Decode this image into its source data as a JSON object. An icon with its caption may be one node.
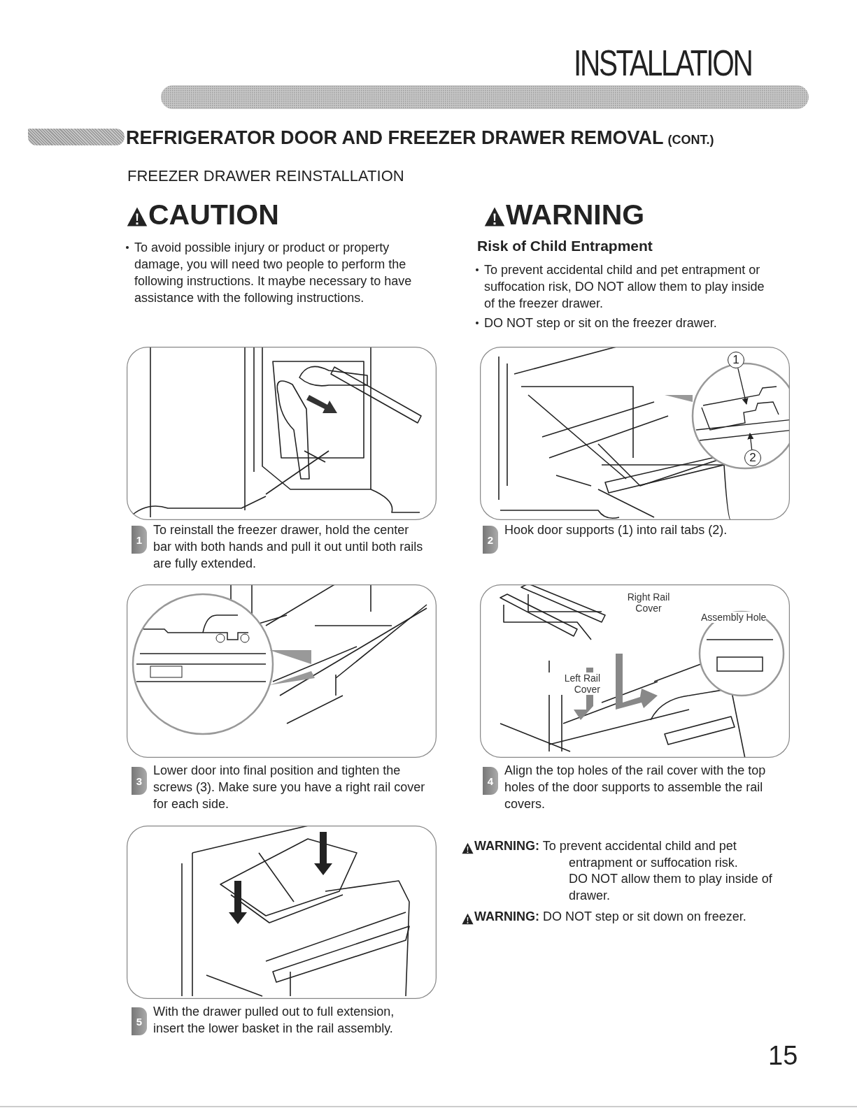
{
  "diagram": {
    "title": "INSTALLATION",
    "nodes": [
      {
        "text": [],
        "shape": "bar"
      },
      {
        "text": [
          "1"
        ]
      },
      {
        "text": [
          "2"
        ]
      }
    ],
    "edges": [
      {
        "from": 1,
        "to": null,
        "arrow": "to"
      },
      {
        "from": 2,
        "to": null,
        "arrow": "to"
      }
    ],
    "labels": [
      "REFRIGERATOR DOOR AND FREEZER DRAWER REMOVAL",
      "(CONT.)",
      "FREEZER DRAWER REINSTALLATION",
      "CAUTION",
      "To avoid possible injury or product or property damage, you will need two people to perform the following instructions. It maybe necessary to have assistance with the following instructions.",
      "WARNING",
      "Risk of Child Entrapment",
      "To prevent accidental child and pet entrapment or suffocation risk, DO NOT allow them to play inside of the freezer drawer.",
      "DO NOT step or sit on the freezer drawer.",
      "1",
      "To reinstall the freezer drawer, hold the center bar with both hands and pull it out until both rails are fully extended.",
      "2",
      "Hook door supports (1) into rail tabs (2).",
      "3",
      "Lower door into final position and tighten the screws (3). Make sure you have a right rail cover for each side.",
      "Right Rail Cover",
      "Assembly Hole",
      "Left Rail Cover",
      "4",
      "Align the top holes of the rail cover with the top holes of the door supports to assemble the rail covers.",
      "5",
      "With the drawer pulled out to full extension, insert the lower basket in the rail assembly.",
      "**WARNING:** To prevent accidental child and pet entrapment or suffocation risk.",
      "DO NOT allow them to play inside of drawer.",
      "**WARNING:** DO NOT step or sit down on freezer.",
      "15"
    ]
  }
}
